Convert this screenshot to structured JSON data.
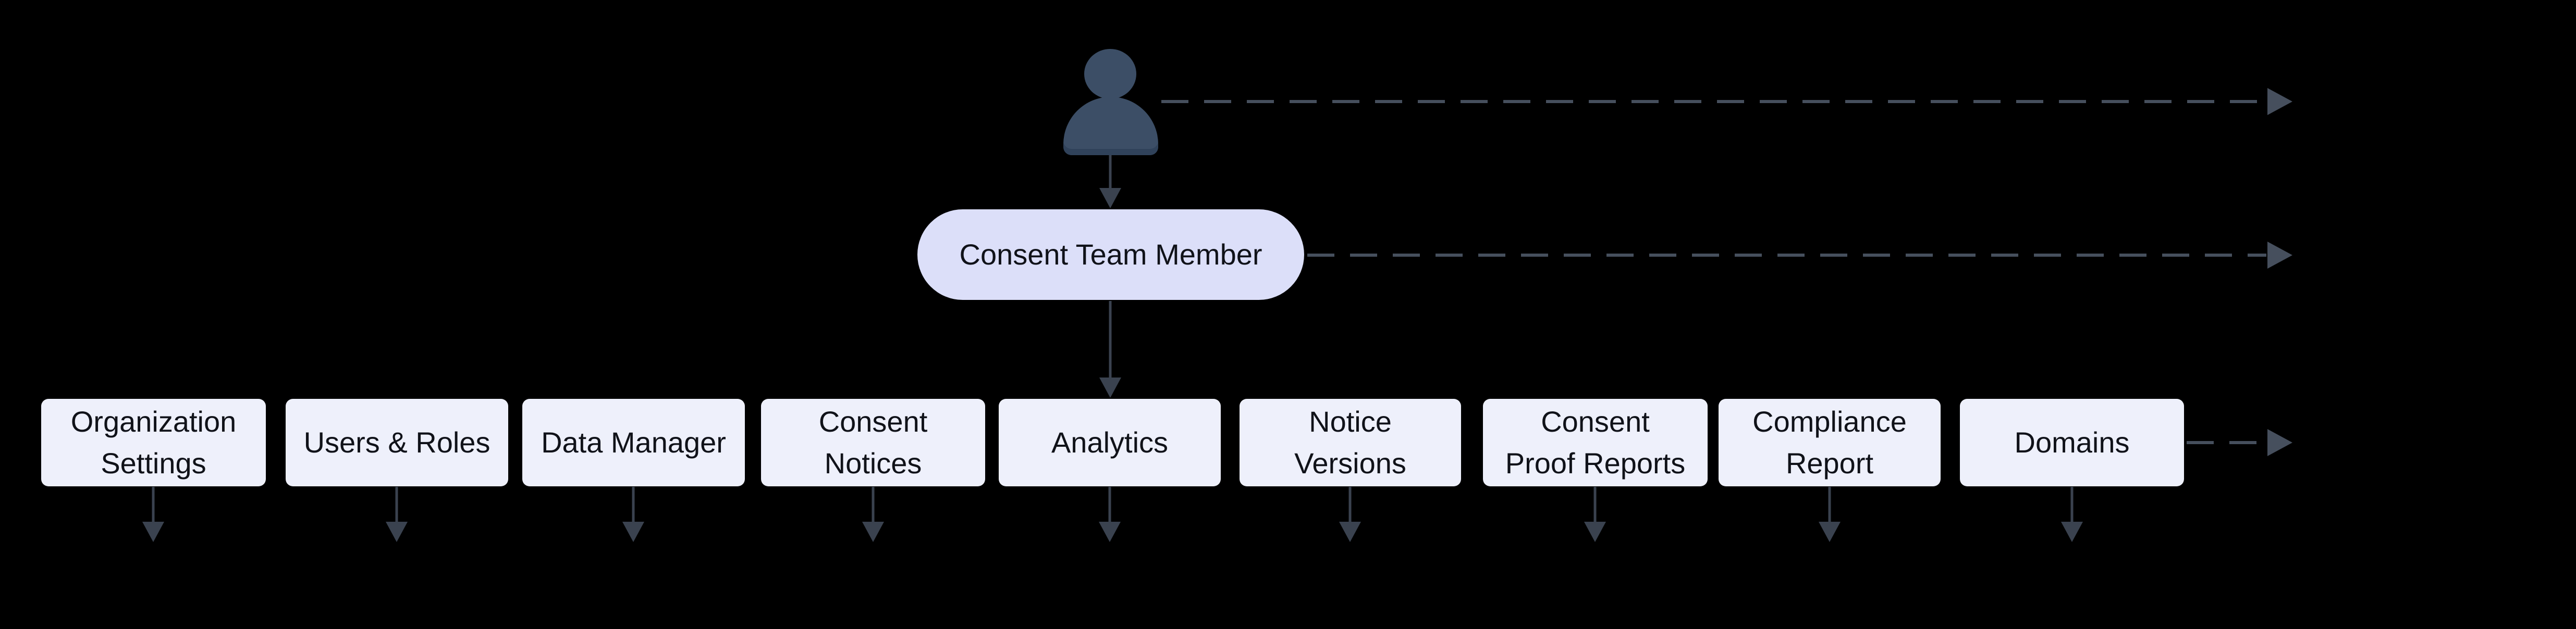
{
  "diagram": {
    "background_color": "#000000",
    "actor": {
      "icon": "person-icon",
      "color": "#3C4E66"
    },
    "root_node": {
      "label": "Consent Team Member",
      "shape": "stadium",
      "fill": "#DCDFF9",
      "text_color": "#101219"
    },
    "nodes": [
      {
        "label": "Organization\nSettings"
      },
      {
        "label": "Users & Roles"
      },
      {
        "label": "Data Manager"
      },
      {
        "label": "Consent\nNotices"
      },
      {
        "label": "Analytics"
      },
      {
        "label": "Notice\nVersions"
      },
      {
        "label": "Consent\nProof Reports"
      },
      {
        "label": "Compliance\nReport"
      },
      {
        "label": "Domains"
      }
    ],
    "node_style": {
      "fill": "#EEF0FB",
      "text_color": "#101219"
    },
    "edge_colors": {
      "solid": "#3A424F",
      "dashed": "#464F5D"
    },
    "edges": [
      {
        "from": "person-icon",
        "to": "Consent Team Member",
        "style": "solid-arrow-down"
      },
      {
        "from": "Consent Team Member",
        "to": "Analytics",
        "style": "solid-arrow-down"
      },
      {
        "from": "person-icon",
        "to": "off-canvas-right",
        "style": "dashed-arrow-right"
      },
      {
        "from": "Consent Team Member",
        "to": "off-canvas-right",
        "style": "dashed-arrow-right"
      },
      {
        "from": "Domains",
        "to": "off-canvas-right",
        "style": "dashed-arrow-right"
      },
      {
        "from": "each-node",
        "to": "off-canvas-bottom",
        "style": "solid-arrow-down"
      }
    ]
  }
}
